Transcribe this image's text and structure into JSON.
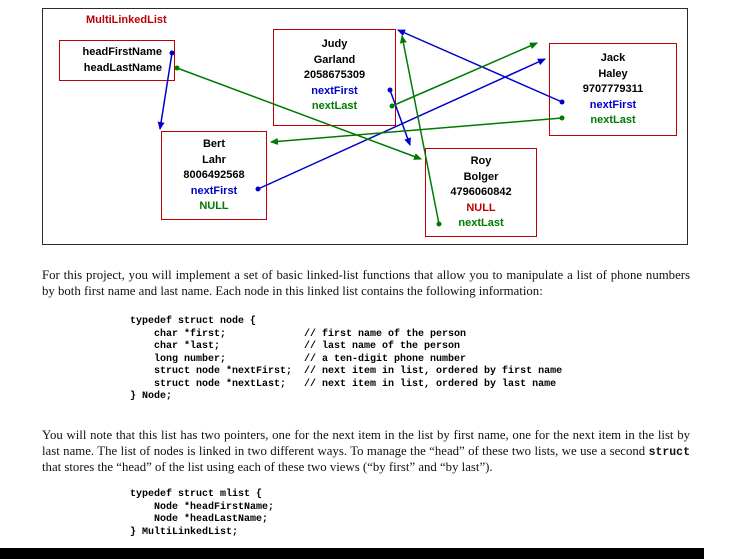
{
  "diagram": {
    "title": "MultiLinkedList",
    "head": {
      "line1": "headFirstName",
      "line2": "headLastName"
    },
    "nodes": {
      "judy": {
        "l1": "Judy",
        "l2": "Garland",
        "l3": "2058675309",
        "l4": "nextFirst",
        "l5": "nextLast"
      },
      "jack": {
        "l1": "Jack",
        "l2": "Haley",
        "l3": "9707779311",
        "l4": "nextFirst",
        "l5": "nextLast"
      },
      "bert": {
        "l1": "Bert",
        "l2": "Lahr",
        "l3": "8006492568",
        "l4": "nextFirst",
        "l5": "NULL"
      },
      "roy": {
        "l1": "Roy",
        "l2": "Bolger",
        "l3": "4796060842",
        "l4": "NULL",
        "l5": "nextLast"
      }
    },
    "edges": [
      {
        "from": "headFirstName",
        "to": "Bert Lahr",
        "list": "nextFirst"
      },
      {
        "from": "headLastName",
        "to": "Roy Bolger",
        "list": "nextLast"
      },
      {
        "from": "Bert Lahr.nextFirst",
        "to": "Jack Haley",
        "list": "nextFirst"
      },
      {
        "from": "Jack Haley.nextFirst",
        "to": "Judy Garland",
        "list": "nextFirst"
      },
      {
        "from": "Judy Garland.nextFirst",
        "to": "Roy Bolger",
        "list": "nextFirst"
      },
      {
        "from": "Roy Bolger.nextLast",
        "to": "Judy Garland",
        "list": "nextLast"
      },
      {
        "from": "Judy Garland.nextLast",
        "to": "Jack Haley",
        "list": "nextLast"
      },
      {
        "from": "Jack Haley.nextLast",
        "to": "Bert Lahr",
        "list": "nextLast"
      }
    ],
    "colors": {
      "next_first_blue": "#0000cc",
      "next_last_green": "#007a00",
      "box_border_red": "#c00000",
      "null_red": "#c00000"
    }
  },
  "text": {
    "para1": "For this project, you will implement a set of basic linked-list functions that allow you to manipulate a list of phone numbers by both first name and last name.  Each node in this linked list contains the following information:",
    "code1": {
      "lines": [
        "typedef struct node {",
        "    char *first;             // first name of the person",
        "    char *last;              // last name of the person",
        "    long number;             // a ten-digit phone number",
        "    struct node *nextFirst;  // next item in list, ordered by first name",
        "    struct node *nextLast;   // next item in list, ordered by last name",
        "} Node;"
      ]
    },
    "para2": {
      "part1": "You will note that this list has two pointers, one for the next item in the list by first name, one for the next item in the list by last name.  The list of nodes is linked in two different ways.  To manage the “head” of these two lists, we use a second ",
      "bold": "struct",
      "part2": " that stores the “head” of the list using each of these two views (“by first” and “by last”)."
    },
    "code2": {
      "lines": [
        "typedef struct mlist {",
        "    Node *headFirstName;",
        "    Node *headLastName;",
        "} MultiLinkedList;"
      ]
    }
  }
}
